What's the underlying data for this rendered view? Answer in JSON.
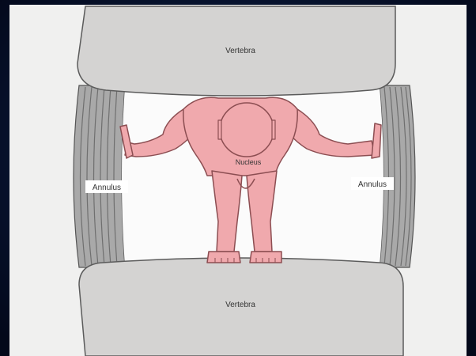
{
  "diagram": {
    "labels": {
      "vertebra_top": "Vertebra",
      "vertebra_bottom": "Vertebra",
      "annulus_left": "Annulus",
      "annulus_right": "Annulus",
      "nucleus": "Nucleus"
    },
    "colors": {
      "backdrop": "#0b1a3c",
      "panel": "#f0f0ef",
      "bone": "#d4d3d2",
      "bone_edge": "#5b5b5b",
      "annulus_band": "#9e9e9e",
      "figure": "#f0a9ad",
      "figure_edge": "#8c4e52"
    }
  }
}
